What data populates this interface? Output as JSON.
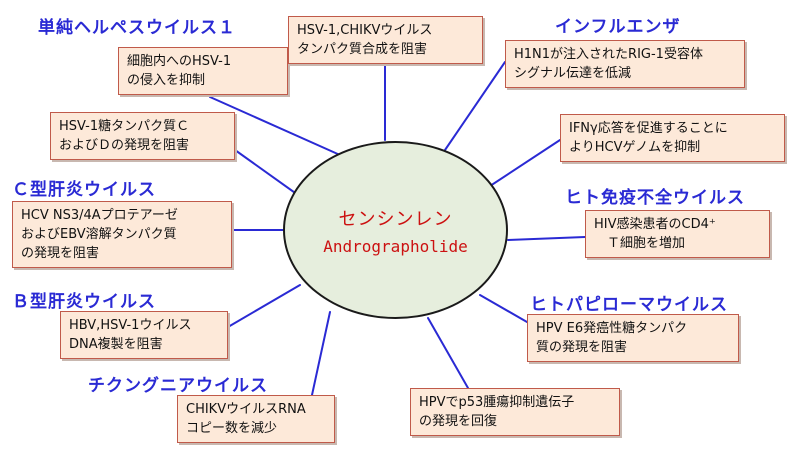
{
  "center": {
    "name_jp": "センシンレン",
    "name_en": "Andrographolide"
  },
  "viruses": {
    "hsv1": "単純ヘルペスウイルス１",
    "influenza": "インフルエンザ",
    "hcv": "Ｃ型肝炎ウイルス",
    "hiv": "ヒト免疫不全ウイルス",
    "hbv": "Ｂ型肝炎ウイルス",
    "hpv": "ヒトパピローマウイルス",
    "chikv": "チクングニアウイルス"
  },
  "effects": {
    "hsv1_entry": [
      "細胞内へのHSV-1",
      "の侵入を抑制"
    ],
    "hsv_chikv_protein": [
      "HSV-1,CHIKVウイルス",
      "タンパク質合成を阻害"
    ],
    "h1n1": [
      "H1N1が注入されたRIG-1受容体",
      "シグナル伝達を低減"
    ],
    "hsv1_glyco": [
      "HSV-1糖タンパク質Ｃ",
      "およびＤの発現を阻害"
    ],
    "ifn": [
      "IFNγ応答を促進することに",
      "よりHCVゲノムを抑制"
    ],
    "hcv_ns3": [
      "HCV NS3/4Aプロテアーゼ",
      "およびEBV溶解タンパク質",
      "の発現を阻害"
    ],
    "hiv_cd4": [
      "HIV感染患者のCD4⁺",
      "　Ｔ細胞を増加"
    ],
    "hbv_dna": [
      "HBV,HSV-1ウイルス",
      "DNA複製を阻害"
    ],
    "hpv_e6": [
      "HPV E6発癌性糖タンパク",
      "質の発現を阻害"
    ],
    "chikv_rna": [
      "CHIKVウイルスRNA",
      "コピー数を減少"
    ],
    "hpv_p53": [
      "HPVでp53腫瘍抑制遺伝子",
      "の発現を回復"
    ]
  }
}
